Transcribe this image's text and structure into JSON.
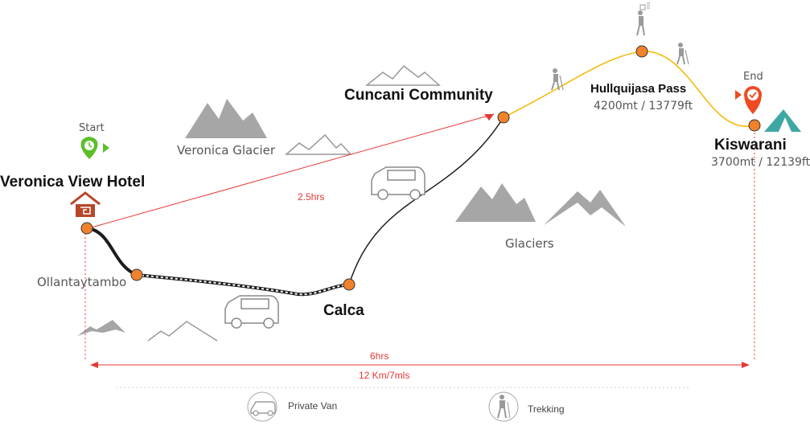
{
  "stops": {
    "start_label": "Start",
    "end_label": "End",
    "veronica_view_hotel": "Veronica View Hotel",
    "ollantaytambo": "Ollantaytambo",
    "calca": "Calca",
    "cuncani_community": "Cuncani Community",
    "hullquijasa_pass": "Hullquijasa Pass",
    "hullquijasa_elev": "4200mt / 13779ft",
    "kiswarani": "Kiswarani",
    "kiswarani_elev": "3700mt / 12139ft"
  },
  "features": {
    "veronica_glacier": "Veronica Glacier",
    "glaciers": "Glaciers"
  },
  "routes": {
    "direct_time": "2.5hrs",
    "total_time": "6hrs",
    "total_distance": "12 Km/7mls"
  },
  "legend": {
    "van": "Private Van",
    "trekking": "Trekking"
  },
  "colors": {
    "road": "#222222",
    "trek_line": "#f5b800",
    "direct_line": "#e53935",
    "node": "#f0822c",
    "start_pin": "#5cbf2a",
    "end_pin": "#ef4a23",
    "hotel": "#b5472b",
    "tent": "#3fa7a3",
    "mountain": "#9a9a9a"
  }
}
